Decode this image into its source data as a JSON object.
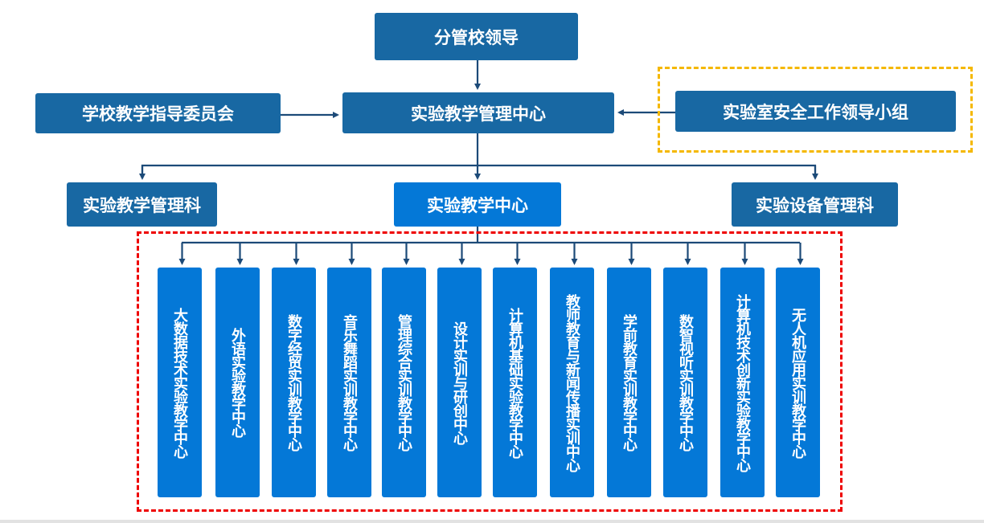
{
  "diagram": {
    "top": {
      "label": "分管校领导"
    },
    "advisory": {
      "label": "学校教学指导委员会"
    },
    "management_center": {
      "label": "实验教学管理中心"
    },
    "safety_group": {
      "label": "实验室安全工作领导小组"
    },
    "departments": [
      {
        "label": "实验教学管理科"
      },
      {
        "label": "实验教学中心"
      },
      {
        "label": "实验设备管理科"
      }
    ],
    "centers": [
      {
        "label": "大数据技术实验教学中心"
      },
      {
        "label": "外语实验教学中心"
      },
      {
        "label": "数字经贸实训教学中心"
      },
      {
        "label": "音乐舞蹈实训教学中心"
      },
      {
        "label": "管理综合实训教学中心"
      },
      {
        "label": "设计实训与研创中心"
      },
      {
        "label": "计算机基础实验教学中心"
      },
      {
        "label": "教师教育与新闻传播实训中心"
      },
      {
        "label": "学前教育实训教学中心"
      },
      {
        "label": "数智视听实训教学中心"
      },
      {
        "label": "计算机技术创新实验教学中心"
      },
      {
        "label": "无人机应用实训教学中心"
      }
    ]
  },
  "colors": {
    "dark_box": "#1868a3",
    "bright_box": "#0478d7",
    "connector": "#1c4a78",
    "safety_dash": "#f5b800",
    "center_group_dash": "#ee0000"
  }
}
